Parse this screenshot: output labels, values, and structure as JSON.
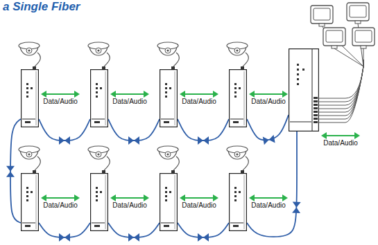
{
  "diagram": {
    "title": "a Single Fiber",
    "nodes": [
      {
        "text": [
          "Data/Audio"
        ]
      },
      {
        "text": [
          "Data/Audio"
        ]
      },
      {
        "text": [
          "Data/Audio"
        ]
      },
      {
        "text": [
          "Data/Audio"
        ]
      },
      {
        "text": [
          "Data/Audio"
        ]
      },
      {
        "text": [
          "Data/Audio"
        ]
      },
      {
        "text": [
          "Data/Audio"
        ]
      },
      {
        "text": [
          "Data/Audio"
        ]
      },
      {
        "text": [
          "Data/Audio"
        ]
      }
    ],
    "edges": [
      {
        "from": 4,
        "to": 3,
        "arrow": "none"
      },
      {
        "from": 3,
        "to": 2,
        "arrow": "none"
      },
      {
        "from": 2,
        "to": 1,
        "arrow": "none"
      },
      {
        "from": 1,
        "to": 0,
        "arrow": "none"
      },
      {
        "from": 0,
        "to": 5,
        "arrow": "none"
      },
      {
        "from": 5,
        "to": 6,
        "arrow": "none"
      },
      {
        "from": 6,
        "to": 7,
        "arrow": "none"
      },
      {
        "from": 7,
        "to": 8,
        "arrow": "none"
      },
      {
        "from": 8,
        "to": 4,
        "arrow": "none"
      }
    ]
  }
}
